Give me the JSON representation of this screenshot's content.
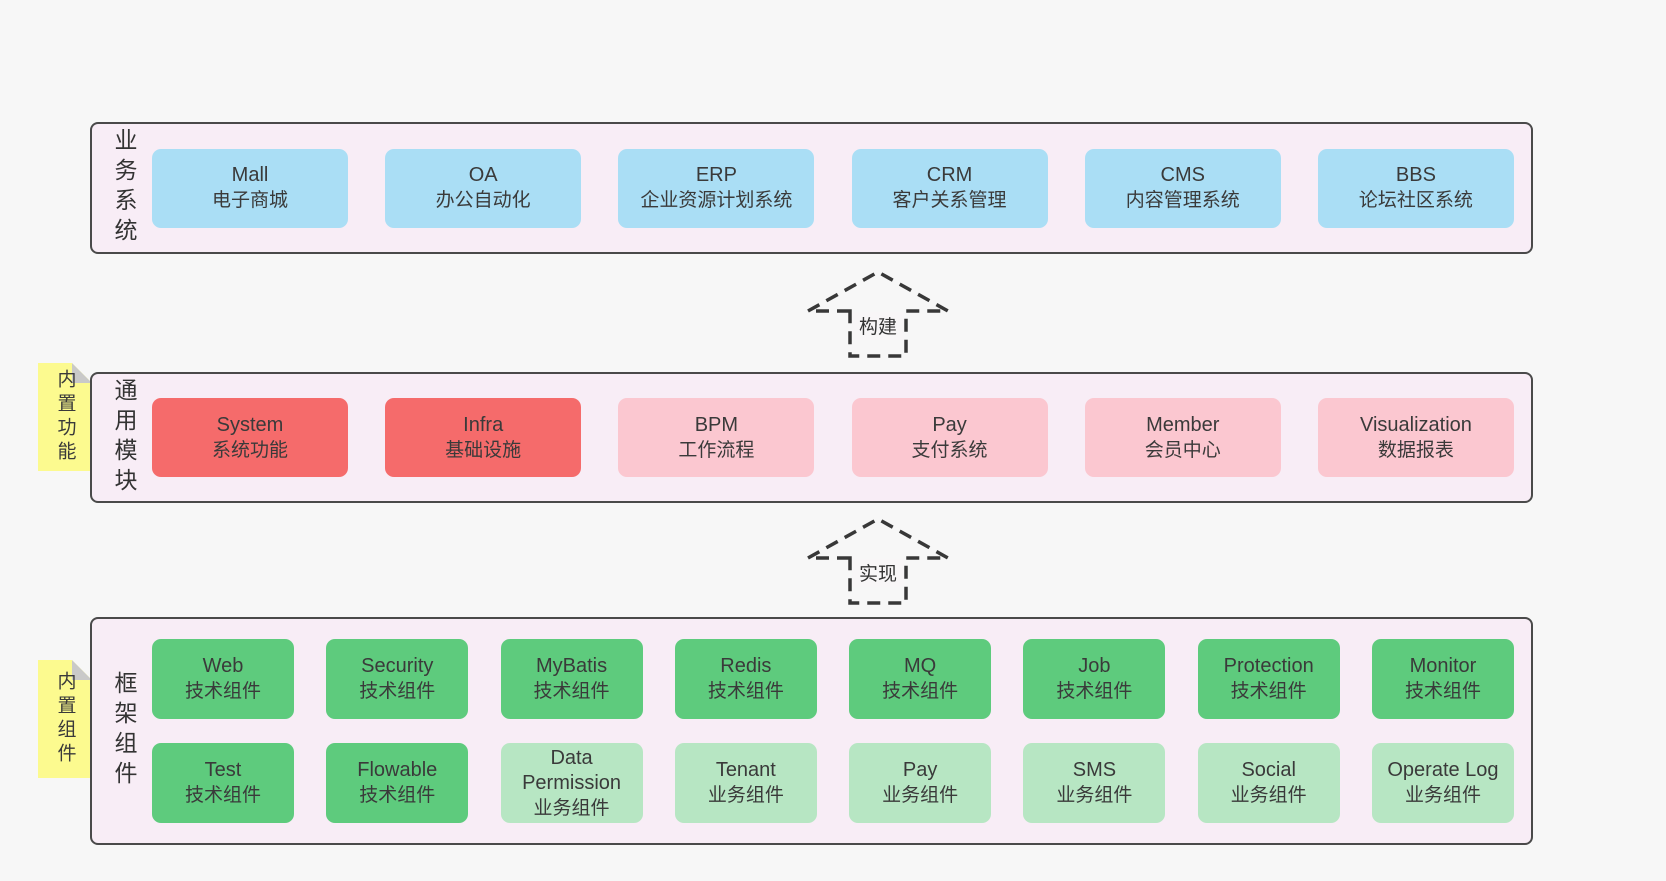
{
  "palette": {
    "pageBg": "#f7f7f7",
    "bandBg": "#f8edf6",
    "border": "#4a4a4a",
    "blue": "#aadef5",
    "red": "#f56b6b",
    "pink": "#fbc7d0",
    "green": "#5ecb7d",
    "lightGreen": "#b7e6c3",
    "sticky": "#fcfa8f",
    "fold": "#c9c9c9",
    "ink": "#3a3a3a",
    "arrow": "#383838"
  },
  "arrows": [
    {
      "label": "构建"
    },
    {
      "label": "实现"
    }
  ],
  "bands": [
    {
      "label": "业务系统",
      "boxes": [
        {
          "title": "Mall",
          "subtitle": "电子商城",
          "variant": "blue"
        },
        {
          "title": "OA",
          "subtitle": "办公自动化",
          "variant": "blue"
        },
        {
          "title": "ERP",
          "subtitle": "企业资源计划系统",
          "variant": "blue"
        },
        {
          "title": "CRM",
          "subtitle": "客户关系管理",
          "variant": "blue"
        },
        {
          "title": "CMS",
          "subtitle": "内容管理系统",
          "variant": "blue"
        },
        {
          "title": "BBS",
          "subtitle": "论坛社区系统",
          "variant": "blue"
        }
      ]
    },
    {
      "label": "通用模块",
      "sticky": "内置功能",
      "boxes": [
        {
          "title": "System",
          "subtitle": "系统功能",
          "variant": "red"
        },
        {
          "title": "Infra",
          "subtitle": "基础设施",
          "variant": "red"
        },
        {
          "title": "BPM",
          "subtitle": "工作流程",
          "variant": "pink"
        },
        {
          "title": "Pay",
          "subtitle": "支付系统",
          "variant": "pink"
        },
        {
          "title": "Member",
          "subtitle": "会员中心",
          "variant": "pink"
        },
        {
          "title": "Visualization",
          "subtitle": "数据报表",
          "variant": "pink"
        }
      ]
    },
    {
      "label": "框架组件",
      "sticky": "内置组件",
      "rows": [
        [
          {
            "title": "Web",
            "subtitle": "技术组件",
            "variant": "green"
          },
          {
            "title": "Security",
            "subtitle": "技术组件",
            "variant": "green"
          },
          {
            "title": "MyBatis",
            "subtitle": "技术组件",
            "variant": "green"
          },
          {
            "title": "Redis",
            "subtitle": "技术组件",
            "variant": "green"
          },
          {
            "title": "MQ",
            "subtitle": "技术组件",
            "variant": "green"
          },
          {
            "title": "Job",
            "subtitle": "技术组件",
            "variant": "green"
          },
          {
            "title": "Protection",
            "subtitle": "技术组件",
            "variant": "green"
          },
          {
            "title": "Monitor",
            "subtitle": "技术组件",
            "variant": "green"
          }
        ],
        [
          {
            "title": "Test",
            "subtitle": "技术组件",
            "variant": "green"
          },
          {
            "title": "Flowable",
            "subtitle": "技术组件",
            "variant": "green"
          },
          {
            "title": "Data Permission",
            "subtitle": "业务组件",
            "variant": "lightgreen"
          },
          {
            "title": "Tenant",
            "subtitle": "业务组件",
            "variant": "lightgreen"
          },
          {
            "title": "Pay",
            "subtitle": "业务组件",
            "variant": "lightgreen"
          },
          {
            "title": "SMS",
            "subtitle": "业务组件",
            "variant": "lightgreen"
          },
          {
            "title": "Social",
            "subtitle": "业务组件",
            "variant": "lightgreen"
          },
          {
            "title": "Operate Log",
            "subtitle": "业务组件",
            "variant": "lightgreen"
          }
        ]
      ]
    }
  ]
}
